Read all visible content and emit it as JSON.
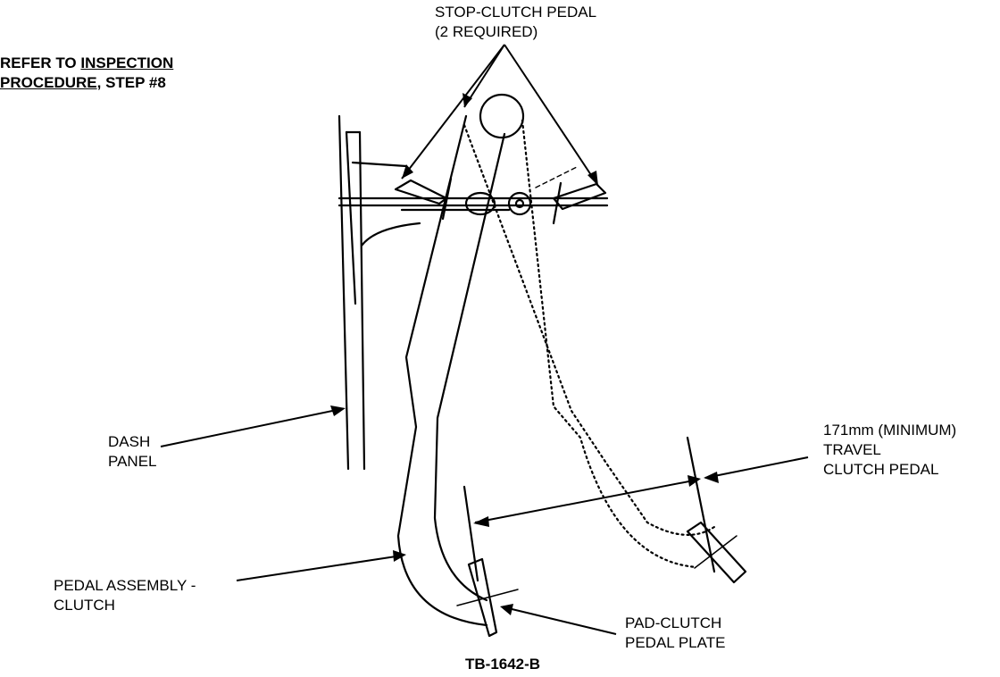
{
  "labels": {
    "stop_clutch_line1": "STOP-CLUTCH PEDAL",
    "stop_clutch_line2": "(2 REQUIRED)",
    "refer_line1_prefix": "REFER TO ",
    "refer_line1_link": "INSPECTION",
    "refer_line2_link": "PROCEDURE",
    "refer_line2_suffix": ", STEP #8",
    "dash_line1": "DASH",
    "dash_line2": "PANEL",
    "travel_line1": "171mm (MINIMUM)",
    "travel_line2": "TRAVEL",
    "travel_line3": "CLUTCH PEDAL",
    "pedal_assembly_line1": "PEDAL ASSEMBLY -",
    "pedal_assembly_line2": "CLUTCH",
    "pad_line1": "PAD-CLUTCH",
    "pad_line2": "PEDAL PLATE",
    "figure_id": "TB-1642-B"
  }
}
